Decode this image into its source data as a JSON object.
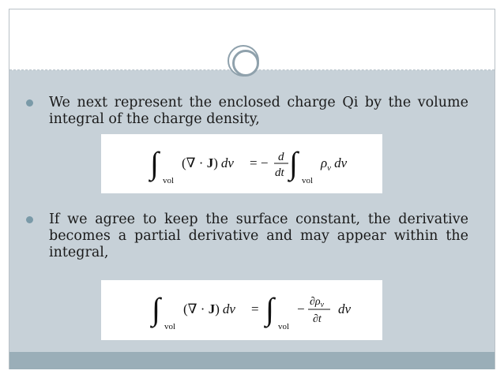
{
  "slide": {
    "bullets": [
      {
        "text": "We next represent the enclosed charge Qi by the volume integral of the charge density,"
      },
      {
        "text": "If we agree to keep the surface constant, the derivative becomes a partial derivative and may appear within the integral,"
      }
    ],
    "equations": [
      {
        "lhs_sub": "vol",
        "lhs_open": "(∇ · ",
        "lhs_vec": "J",
        "lhs_close": ")",
        "lhs_diff": "dv",
        "equals": "= −",
        "frac_num": "d",
        "frac_den": "dt",
        "rhs_sub": "vol",
        "rhs_body": "ρ",
        "rhs_body_sub": "v",
        "rhs_diff": "dv"
      },
      {
        "lhs_sub": "vol",
        "lhs_open": "(∇ · ",
        "lhs_vec": "J",
        "lhs_close": ")",
        "lhs_diff": "dv",
        "equals": "=",
        "rhs_sub": "vol",
        "minus": "−",
        "frac_num": "∂ρ",
        "frac_num_sub": "v",
        "frac_den": "∂t",
        "rhs_diff": "dv"
      }
    ]
  },
  "colors": {
    "body_band": "#c7d1d8",
    "footer_band": "#9aaeb8",
    "bullet": "#7a9aa8",
    "ornament": "#8fa1ac"
  },
  "icons": {
    "ornament": "double-circle-ornament",
    "bullet": "filled-circle-bullet"
  }
}
